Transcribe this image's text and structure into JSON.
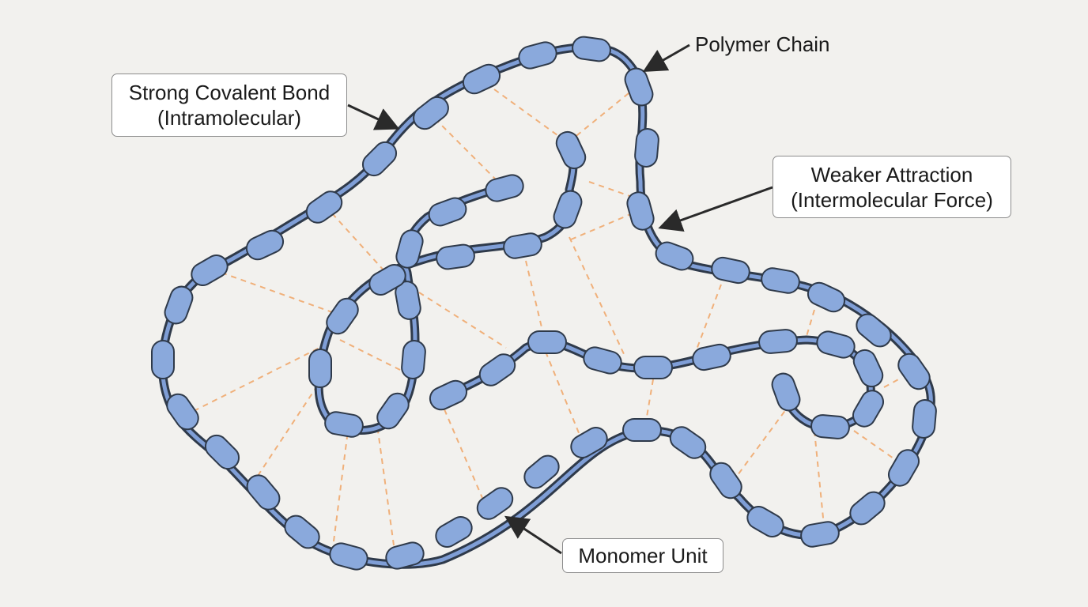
{
  "labels": {
    "polymer_chain": "Polymer Chain",
    "covalent_bond": {
      "line1": "Strong Covalent Bond",
      "line2": "(Intramolecular)"
    },
    "weaker_attraction": {
      "line1": "Weaker Attraction",
      "line2": "(Intermolecular Force)"
    },
    "monomer_unit": "Monomer Unit"
  },
  "colors": {
    "background": "#f2f1ee",
    "monomer_fill": "#8aa9dc",
    "chain_outline": "#2f3a4a",
    "intermolecular_dash": "#f0b07a",
    "arrow": "#2a2a2a"
  }
}
